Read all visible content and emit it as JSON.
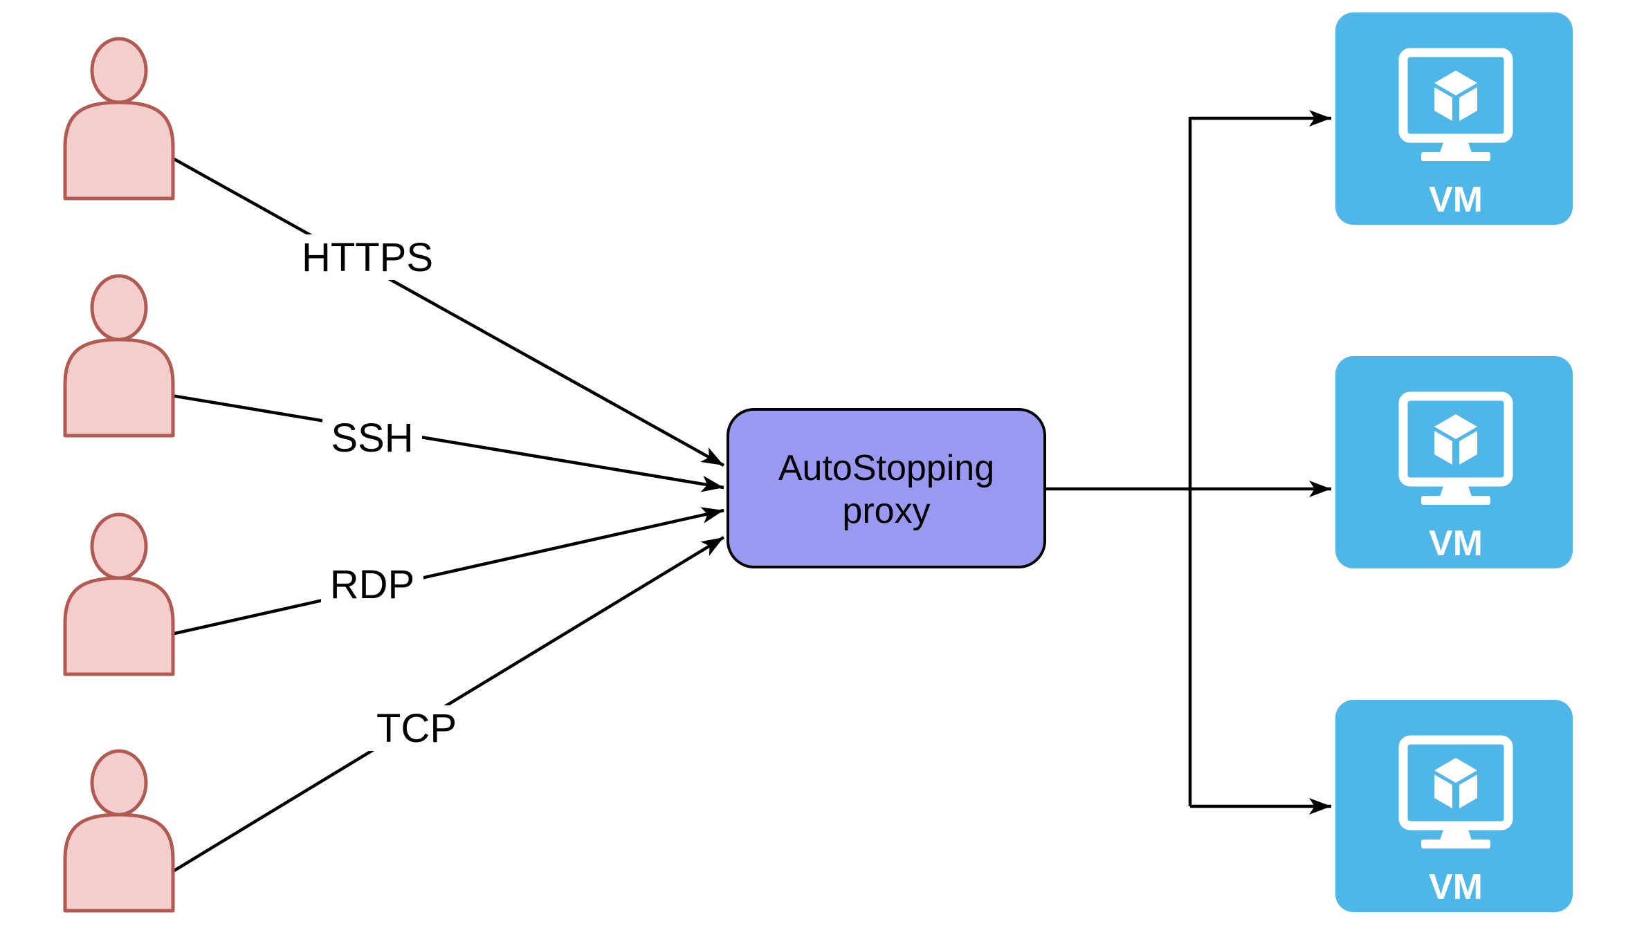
{
  "diagram_type": "architecture-diagram",
  "clients": [
    {
      "icon": "person-silhouette",
      "protocol": "HTTPS"
    },
    {
      "icon": "person-silhouette",
      "protocol": "SSH"
    },
    {
      "icon": "person-silhouette",
      "protocol": "RDP"
    },
    {
      "icon": "person-silhouette",
      "protocol": "TCP"
    }
  ],
  "proxy": {
    "label": "AutoStopping proxy",
    "label_lines": [
      "AutoStopping",
      "proxy"
    ]
  },
  "vms": [
    {
      "label": "VM",
      "icon": "monitor-with-cube"
    },
    {
      "label": "VM",
      "icon": "monitor-with-cube"
    },
    {
      "label": "VM",
      "icon": "monitor-with-cube"
    }
  ],
  "colors": {
    "background": "#FFFFFF",
    "client_fill": "#F4CECC",
    "client_stroke": "#B05A52",
    "proxy_fill": "#9999F2",
    "proxy_stroke": "#000000",
    "vm_fill": "#4FB7E8",
    "vm_icon": "#FFFFFF",
    "connector": "#000000",
    "label_background": "#FFFFFF",
    "label_text": "#000000"
  }
}
